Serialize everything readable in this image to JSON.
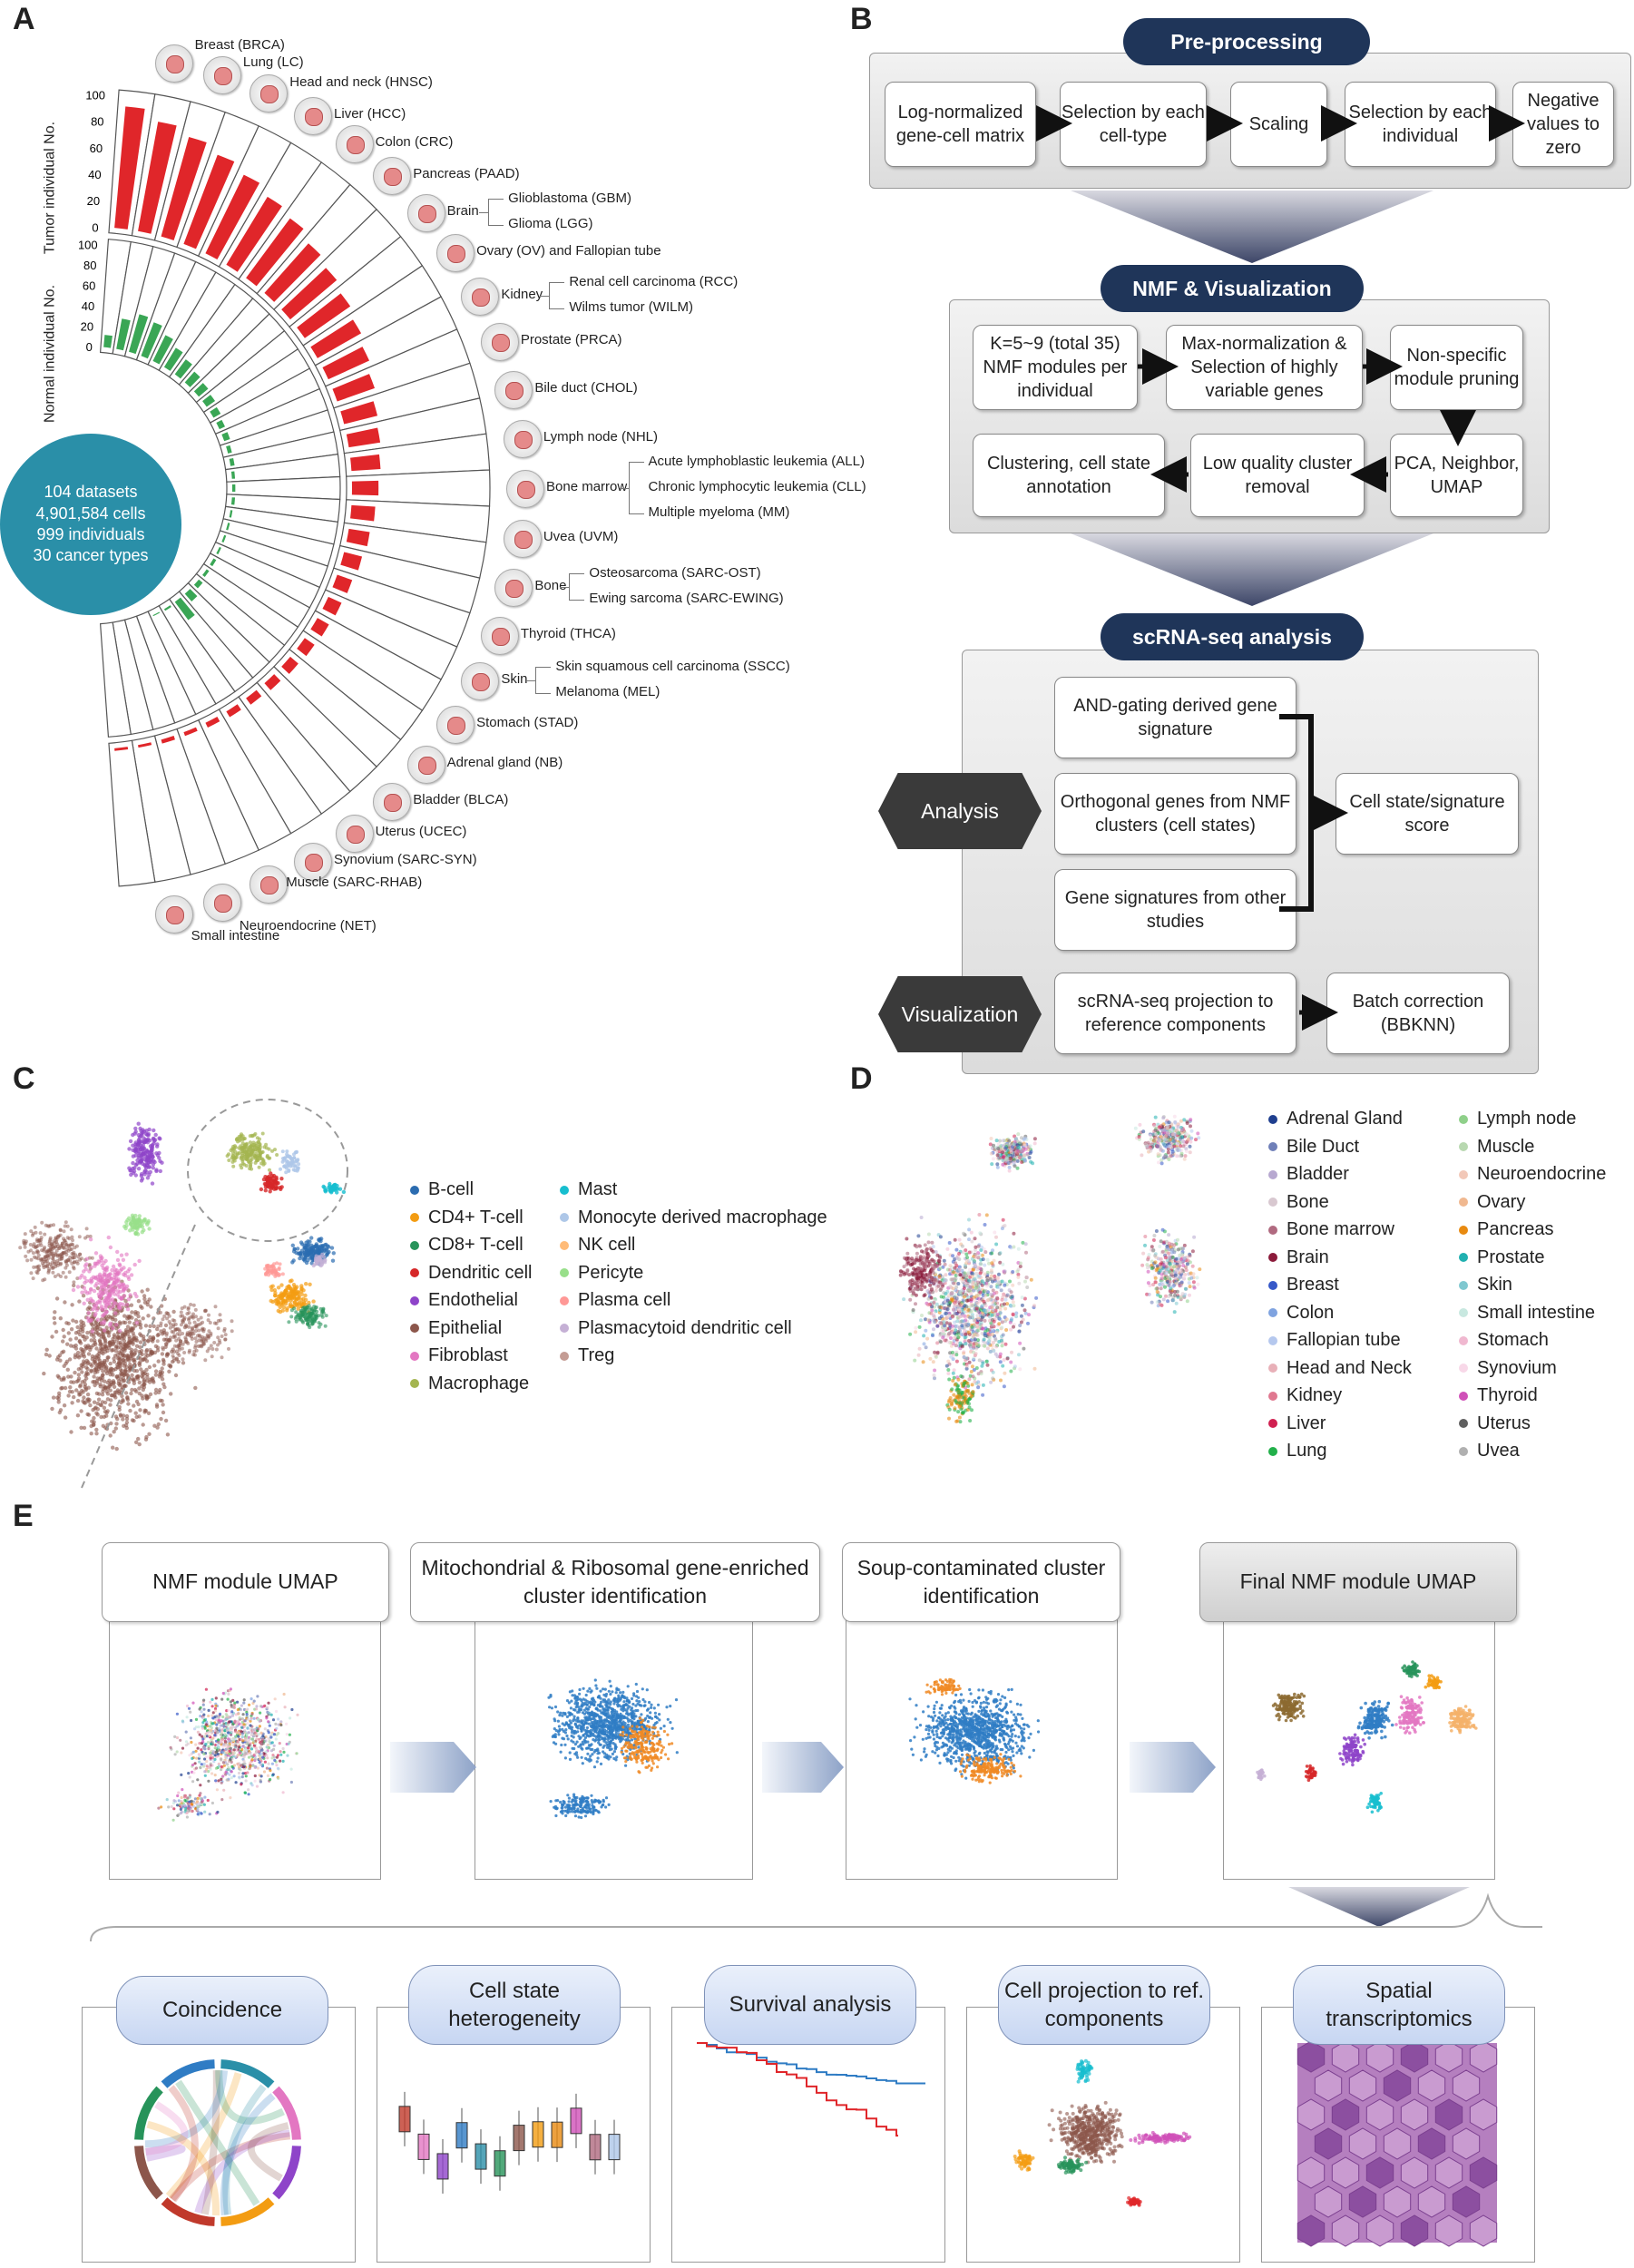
{
  "panels": {
    "a": "A",
    "b": "B",
    "c": "C",
    "d": "D",
    "e": "E"
  },
  "panel_a": {
    "tumor_axis": "Tumor individual No.",
    "normal_axis": "Normal individual No.",
    "ticks": [
      "100",
      "80",
      "60",
      "40",
      "20",
      "0"
    ],
    "center_stats": [
      "104 datasets",
      "4,901,584 cells",
      "999 individuals",
      "30 cancer types"
    ],
    "colors": {
      "tumor": "#e0262a",
      "normal": "#3aa655",
      "circle": "#2a8fa8"
    },
    "tumor_values": [
      92,
      84,
      78,
      72,
      66,
      60,
      56,
      50,
      46,
      42,
      38,
      34,
      30,
      26,
      24,
      22,
      20,
      18,
      16,
      14,
      12,
      11,
      10,
      9,
      8,
      7,
      6,
      5,
      4,
      3,
      3,
      2,
      2
    ],
    "normal_values": [
      12,
      30,
      38,
      35,
      28,
      22,
      18,
      14,
      12,
      10,
      8,
      6,
      6,
      4,
      4,
      3,
      3,
      3,
      2,
      2,
      2,
      2,
      3,
      3,
      5,
      10,
      22,
      2,
      1,
      0,
      0,
      0,
      0
    ],
    "organs": [
      {
        "label": "Breast (BRCA)",
        "icon": "breast-icon"
      },
      {
        "label": "Lung (LC)",
        "icon": "lung-icon"
      },
      {
        "label": "Head and neck (HNSC)",
        "icon": "head-neck-icon"
      },
      {
        "label": "Liver (HCC)",
        "icon": "liver-icon"
      },
      {
        "label": "Colon (CRC)",
        "icon": "colon-icon"
      },
      {
        "label": "Pancreas (PAAD)",
        "icon": "pancreas-icon"
      },
      {
        "label": "Brain",
        "icon": "brain-icon",
        "subs": [
          "Glioblastoma (GBM)",
          "Glioma (LGG)"
        ]
      },
      {
        "label": "Ovary (OV) and Fallopian tube",
        "icon": "ovary-icon"
      },
      {
        "label": "Kidney",
        "icon": "kidney-icon",
        "subs": [
          "Renal cell carcinoma (RCC)",
          "Wilms tumor (WILM)"
        ]
      },
      {
        "label": "Prostate (PRCA)",
        "icon": "prostate-icon"
      },
      {
        "label": "Bile duct (CHOL)",
        "icon": "bile-duct-icon"
      },
      {
        "label": "Lymph node (NHL)",
        "icon": "lymph-node-icon"
      },
      {
        "label": "Bone marrow",
        "icon": "bone-marrow-icon",
        "subs": [
          "Acute lymphoblastic leukemia (ALL)",
          "Chronic lymphocytic leukemia (CLL)",
          "Multiple myeloma (MM)"
        ]
      },
      {
        "label": "Uvea (UVM)",
        "icon": "eye-icon"
      },
      {
        "label": "Bone",
        "icon": "bone-icon",
        "subs": [
          "Osteosarcoma (SARC-OST)",
          "Ewing sarcoma (SARC-EWING)"
        ]
      },
      {
        "label": "Thyroid (THCA)",
        "icon": "thyroid-icon"
      },
      {
        "label": "Skin",
        "icon": "skin-icon",
        "subs": [
          "Skin squamous cell carcinoma (SSCC)",
          "Melanoma (MEL)"
        ]
      },
      {
        "label": "Stomach (STAD)",
        "icon": "stomach-icon"
      },
      {
        "label": "Adrenal gland (NB)",
        "icon": "adrenal-icon"
      },
      {
        "label": "Bladder (BLCA)",
        "icon": "bladder-icon"
      },
      {
        "label": "Uterus (UCEC)",
        "icon": "uterus-icon"
      },
      {
        "label": "Synovium (SARC-SYN)",
        "icon": "synovium-icon"
      },
      {
        "label": "Muscle (SARC-RHAB)",
        "icon": "muscle-icon"
      },
      {
        "label": "Neuroendocrine (NET)",
        "icon": "neuroendocrine-icon"
      },
      {
        "label": "Small intestine",
        "icon": "small-intestine-icon"
      }
    ]
  },
  "panel_b": {
    "pre": {
      "title": "Pre-processing",
      "steps": [
        "Log-normalized gene-cell matrix",
        "Selection by each cell-type",
        "Scaling",
        "Selection by each individual",
        "Negative values to zero"
      ]
    },
    "nmf": {
      "title": "NMF & Visualization",
      "row1": [
        "K=5~9 (total 35) NMF modules per individual",
        "Max-normalization & Selection of highly variable genes",
        "Non-specific module pruning"
      ],
      "row2": [
        "Clustering, cell state annotation",
        "Low quality cluster removal",
        "PCA, Neighbor, UMAP"
      ]
    },
    "sc": {
      "title": "scRNA-seq analysis",
      "analysis": "Analysis",
      "visualization": "Visualization",
      "sig": [
        "AND-gating derived gene signature",
        "Orthogonal genes from NMF clusters (cell states)",
        "Gene signatures from other studies"
      ],
      "score": "Cell state/signature score",
      "proj": "scRNA-seq projection to reference components",
      "batch": "Batch correction (BBKNN)"
    }
  },
  "panel_c": {
    "legend_left": [
      {
        "label": "B-cell",
        "color": "#2b6cb0"
      },
      {
        "label": "CD4+ T-cell",
        "color": "#f39c12"
      },
      {
        "label": "CD8+ T-cell",
        "color": "#27935a"
      },
      {
        "label": "Dendritic cell",
        "color": "#d62728"
      },
      {
        "label": "Endothelial",
        "color": "#8e44c9"
      },
      {
        "label": "Epithelial",
        "color": "#8c564b"
      },
      {
        "label": "Fibroblast",
        "color": "#e377c2"
      },
      {
        "label": "Macrophage",
        "color": "#a4b550"
      }
    ],
    "legend_right": [
      {
        "label": "Mast",
        "color": "#17becf"
      },
      {
        "label": "Monocyte derived macrophage",
        "color": "#aec7e8"
      },
      {
        "label": "NK cell",
        "color": "#ffbb78"
      },
      {
        "label": "Pericyte",
        "color": "#98df8a"
      },
      {
        "label": "Plasma cell",
        "color": "#ff9896"
      },
      {
        "label": "Plasmacytoid dendritic cell",
        "color": "#c5b0d5"
      },
      {
        "label": "Treg",
        "color": "#c49c94"
      }
    ]
  },
  "panel_d": {
    "legend_left": [
      {
        "label": "Adrenal Gland",
        "color": "#1f3f8f"
      },
      {
        "label": "Bile Duct",
        "color": "#6f7fb8"
      },
      {
        "label": "Bladder",
        "color": "#b7a8d0"
      },
      {
        "label": "Bone",
        "color": "#d8c8d0"
      },
      {
        "label": "Bone marrow",
        "color": "#b06a80"
      },
      {
        "label": "Brain",
        "color": "#8b1a3a"
      },
      {
        "label": "Breast",
        "color": "#3658c8"
      },
      {
        "label": "Colon",
        "color": "#7fa3e0"
      },
      {
        "label": "Fallopian tube",
        "color": "#b5c8ee"
      },
      {
        "label": "Head and Neck",
        "color": "#e8b0b8"
      },
      {
        "label": "Kidney",
        "color": "#e07890"
      },
      {
        "label": "Liver",
        "color": "#d02050"
      },
      {
        "label": "Lung",
        "color": "#22b04a"
      }
    ],
    "legend_right": [
      {
        "label": "Lymph node",
        "color": "#8fd08a"
      },
      {
        "label": "Muscle",
        "color": "#b8d8b0"
      },
      {
        "label": "Neuroendocrine",
        "color": "#f2c8b8"
      },
      {
        "label": "Ovary",
        "color": "#f0b890"
      },
      {
        "label": "Pancreas",
        "color": "#e88a10"
      },
      {
        "label": "Prostate",
        "color": "#20b0b0"
      },
      {
        "label": "Skin",
        "color": "#80c8d0"
      },
      {
        "label": "Small intestine",
        "color": "#c8e8e0"
      },
      {
        "label": "Stomach",
        "color": "#f0b8d0"
      },
      {
        "label": "Synovium",
        "color": "#f8d8e8"
      },
      {
        "label": "Thyroid",
        "color": "#d050b8"
      },
      {
        "label": "Uterus",
        "color": "#606060"
      },
      {
        "label": "Uvea",
        "color": "#b0b0b0"
      }
    ]
  },
  "panel_e": {
    "steps": [
      "NMF module UMAP",
      "Mitochondrial & Ribosomal gene-enriched cluster identification",
      "Soup-contaminated cluster identification",
      "Final NMF module UMAP"
    ],
    "apps": [
      "Coincidence",
      "Cell state heterogeneity",
      "Survival analysis",
      "Cell projection to ref. components",
      "Spatial transcriptomics"
    ],
    "colors": {
      "blue": "#2f7cc4",
      "orange": "#f08a24"
    }
  }
}
